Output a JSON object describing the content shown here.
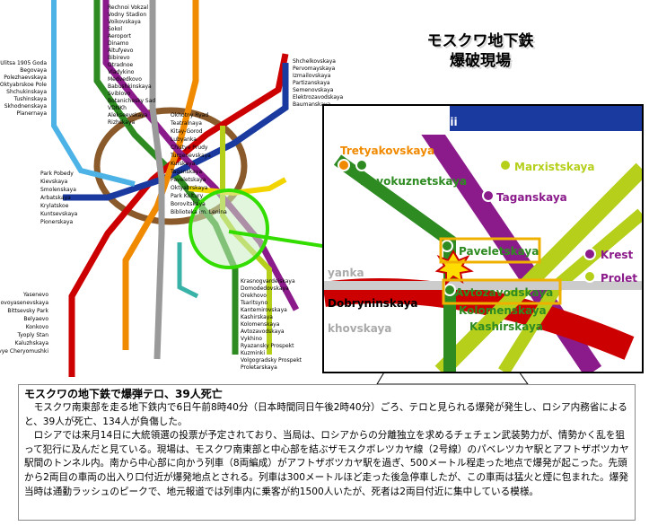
{
  "title": {
    "line1": "モスクワ地下鉄",
    "line2": "爆破現場"
  },
  "map_labels": {
    "left_col": [
      "Ulitsa 1905 Goda",
      "Begovaya",
      "Polezhaevskaya",
      "Oktyabrskoe Pole",
      "Shchukinskaya",
      "Tushinskaya",
      "Skhodnenskaya",
      "Planernaya"
    ],
    "top_stations": [
      "Rechnoi Vokzal",
      "Vodny Stadion",
      "Voikovskaya",
      "Sokol",
      "Aeroport",
      "Dinamo",
      "Altufyevo",
      "Bibirevo",
      "Otradnoe",
      "Vladykino",
      "Medvedkovo",
      "Babushkinskaya",
      "Sviblovo",
      "Botanichesky Sad",
      "VDNKh",
      "Alekseevskaya",
      "Rizhskaya"
    ],
    "right_col": [
      "Shchelkovskaya",
      "Pervomayskaya",
      "Izmailovskaya",
      "Partizanskaya",
      "Semenovskaya",
      "Elektrozavodskaya",
      "Baumanskaya"
    ],
    "bottom_left": [
      "Yasenevo",
      "Novoyasenevskaya",
      "Bittsevsky Park",
      "Belyaevo",
      "Konkovo",
      "Tyoply Stan",
      "Kaluzhskaya",
      "Novye Cheryomushki"
    ],
    "bottom_right": [
      "Krasnogvardeiskaya",
      "Domodedovskaya",
      "Orekhovo",
      "Tsaritsyno",
      "Kantemirovskaya",
      "Kashirskaya",
      "Kolomenskaya",
      "Avtozavodskaya",
      "Vykhino",
      "Ryazansky Prospekt",
      "Kuzminki",
      "Volgogradsky Prospekt",
      "Proletarskaya"
    ],
    "west": [
      "Park Pobedy",
      "Kievskaya",
      "Smolenskaya",
      "Arbatskaya",
      "Krylatskoe",
      "Kuntsevskaya",
      "Pionerskaya"
    ],
    "center": [
      "Okhotny Ryad",
      "Teatralnaya",
      "Kitay-Gorod",
      "Lubyanka",
      "Chistye Prudy",
      "Turgenevskaya",
      "Kurskaya",
      "Taganskaya",
      "Paveletskaya",
      "Oktyabrskaya",
      "Park Kultury",
      "Borovitskaya",
      "Biblioteka im. Lenina"
    ]
  },
  "inset": {
    "stations": {
      "ploshchad": "Ploshchad Revolutsii",
      "tretyakovskaya": "Tretyakovskaya",
      "novokuznetskaya": "Novokuznetskaya",
      "marxistskaya": "Marxistskaya",
      "taganskaya": "Taganskaya",
      "paveletskaya": "Paveletskaya",
      "krest": "Krest",
      "prolet": "Prolet",
      "yanka": "yanka",
      "dobryninskaya": "Dobryninskaya",
      "avtozavodskaya": "Avtozavodskaya",
      "kolomenskaya": "Kolomenskaya",
      "kashirskaya": "Kashirskaya",
      "khovskaya": "khovskaya"
    }
  },
  "article": {
    "headline": "モスクワの地下鉄で爆弾テロ、39人死亡",
    "p1": "モスクワ南東部を走る地下鉄内で6日午前8時40分（日本時間同日午後2時40分）ごろ、テロと見られる爆発が発生し、ロシア内務省によると、39人が死亡、134人が負傷した。",
    "p2": "ロシアでは来月14日に大統領選の投票が予定されており、当局は、ロシアからの分離独立を求めるチェチェン武装勢力が、情勢かく乱を狙って犯行に及んだと見ている。現場は、モスクワ南東部と中心部を結ぶザモスクボレツカヤ線（2号線）のパベレツカヤ駅とアフトザボツカヤ駅間のトンネル内。南から中心部に向かう列車（8両編成）がアフトザボツカヤ駅を過ぎ、500メートル程走った地点で爆発が起こった。先頭から2両目の車両の出入り口付近が爆発地点とされる。列車は300メートルほど走った後急停車したが、この車両は猛火と煙に包まれた。爆発当時は通勤ラッシュのピークで、地元報道では列車内に乗客が約1500人いたが、死者は2両目付近に集中している模様。"
  },
  "colors": {
    "red": "#cc0000",
    "green": "#2e8b22",
    "blue": "#1a3aa0",
    "lightblue": "#4db3e6",
    "orange": "#f08a00",
    "purple": "#8b1a8b",
    "yellow": "#f2d400",
    "gray": "#9a9a9a",
    "brown": "#8a5a2b",
    "limegreen": "#b5cf1a",
    "highlight": "#33dd00"
  }
}
